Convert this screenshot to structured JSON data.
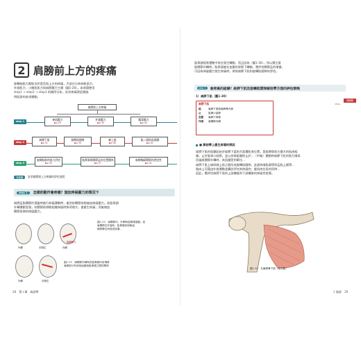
{
  "left": {
    "chapter_num": "2",
    "chapter_title": "肩膀前上方的疼痛",
    "intro": [
      "旋轉袖肌力都取決於是否前上方的疼痛，大部分分為伸肌肌力、",
      "外旋肌力、小圓肌肌力與肩膀壓力三類（圖1-28）。本項請使用",
      "step1 → step2 → step3 的順序分析，針對疼痛原因實施",
      "明肌群的各項運動。"
    ],
    "flow": {
      "root": "肩膀前上方疼痛",
      "step1": [
        {
          "label": "伸肌壓力",
          "ref": "▶p.29"
        },
        {
          "label": "外旋壓力",
          "ref": "▶p.30"
        },
        {
          "label": "腹背壓力",
          "ref": "▶p.40"
        }
      ],
      "step2": [
        {
          "label": "肩胛下肌",
          "ref": "▶p.31"
        },
        {
          "label": "旋轉肌間隙",
          "ref": "▶p.34"
        },
        {
          "label": "棘上肌",
          "ref": "▶p.36"
        },
        {
          "label": "肱二頭肌長頭腱",
          "ref": "▶p.41"
        }
      ],
      "step3": [
        {
          "label": "旋轉肌群的肌力評估",
          "ref": "▶p.34"
        },
        {
          "label": "肱骨頭與關節盂的位置關係",
          "ref": "▶p.37"
        },
        {
          "label": "肩胛胸廓關節的穩定性",
          "ref": "▶p.41"
        }
      ],
      "tags": [
        "step 1",
        "step 2",
        "step 3"
      ],
      "legend_pill": "流程圖",
      "legend_text": "針對肩膀前上方疼痛的評估流程"
    },
    "section_pill": "step 1",
    "section_title": "怎樣的動作會疼痛？施加伸展壓力的情況下",
    "section_body": [
      "肩胛盂肱關節於適當時進行伸展運動時，會對前關節前側施加伸展壓力。若肱骨頭",
      "外轉運動受限，則關節前側軟組織伸展時負荷增大，會產生疼痛；而後側加",
      "關節前側的伸展壓力。"
    ],
    "fig_labels": [
      "外轉",
      "中間位",
      "內轉",
      "旋轉壓力",
      "外轉",
      "中間位"
    ],
    "caption1": [
      "圖1-29　肩關節內、外轉時肱骨頭運動。若",
      "肩關節在外旋時，肱骨頭前側軟組",
      "織受牽拉而造成疼痛。"
    ],
    "caption2": [
      "圖1-29　肩關節外轉時的肱骨頭向前滑移",
      "肩膀部分有其他組織與肱骨頭之間的關係"
    ],
    "folio_num": "28",
    "folio_text": "第１章　肩部學"
  },
  "right": {
    "top_text": [
      "肱骨頭經常運動中其在發生轉動，而且因為（圖1-30），所以需注意",
      "肱關節外轉時，肱骨頭會在加壓的狀態下轉動，需評估關節盂的增量，",
      "可因為伸展壓力發生疼痛時，參照肩胛下肌和旋轉肌間隙的評估。"
    ],
    "red_tab": "肩關節",
    "vital_label": "VITAL",
    "section_pill": "step 2",
    "section_title": "會疼痛的組織？肩胛下肌及旋轉肌間隙解剖學方面的評估策略",
    "sub_heading": "1）肩胛下肌（圖1-30）",
    "infobox_title": "肩胛下肌",
    "infobox_rows": [
      {
        "k": "起",
        "v": "肩胛下窩與肩胛骨內側"
      },
      {
        "k": "止",
        "v": "肱骨小結節"
      },
      {
        "k": "支配",
        "v": "肩胛下神經"
      },
      {
        "k": "作用",
        "v": "肩關節內轉"
      }
    ],
    "hd2": "■ 解剖學上產生疼痛的原因",
    "body": [
      "肩胛下肌的肌腱起始於肩胛下窩的大面積肌束位置，是肩胛骨前方最大的肌肉組",
      "織，止於肱骨小結節，並以多條肌腱終止於...（中略）運動時肩胛下肌的張力增高",
      "而當肩關節外轉時，其肌腱受到牽拉...",
      "肩胛下肌上緣與棘上肌之間形成旋轉肌間隙，此處為喙肱韌帶與盂肱上韌帶...",
      "臨床上可藉由外旋運動並觸診評估其伸展性；當肌肉拉長的同時...",
      "因此，應評估肩胛下肌的上部纖維與下部纖維的伸展性差異。"
    ],
    "fig_caption": "圖1-30　右肩胛骨下肌（前方觀）",
    "folio_num": "29",
    "folio_text": "1 肩部"
  },
  "colors": {
    "accent": "#2a7f8f",
    "red": "#c43a3a",
    "step1": "#2a7f8f",
    "step2": "#c43a3a",
    "step3": "#2a9f6f"
  }
}
